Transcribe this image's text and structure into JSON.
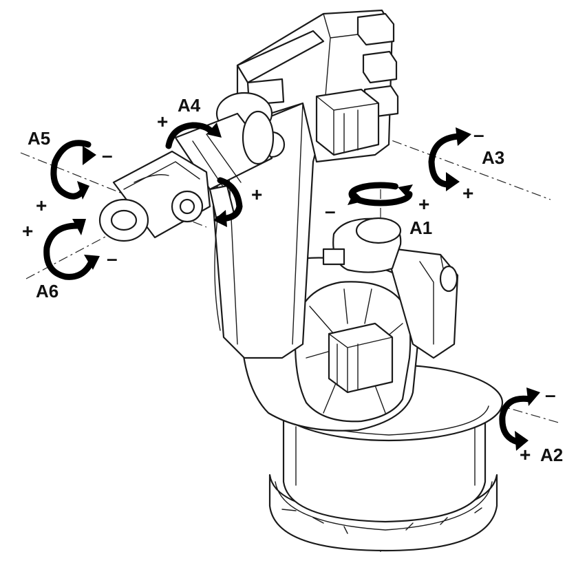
{
  "axes": [
    {
      "id": "A1",
      "label": "A1",
      "minus": "–",
      "plus": "+"
    },
    {
      "id": "A2",
      "label": "A2",
      "minus": "–",
      "plus": "+"
    },
    {
      "id": "A3",
      "label": "A3",
      "minus": "–",
      "plus": "+"
    },
    {
      "id": "A4",
      "label": "A4",
      "minus": "–",
      "plus": "+"
    },
    {
      "id": "A5",
      "label": "A5",
      "minus": "–",
      "plus": "+"
    },
    {
      "id": "A6",
      "label": "A6",
      "minus": "–",
      "plus": "+"
    }
  ]
}
